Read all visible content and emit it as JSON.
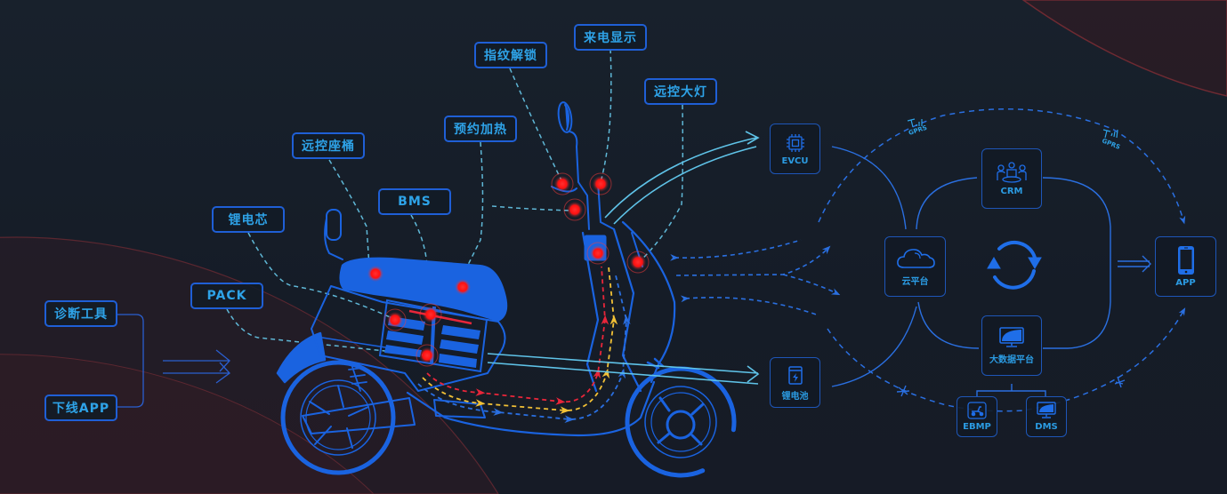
{
  "colors": {
    "background": "#161d28",
    "primary_blue": "#1a63e0",
    "label_text": "#2ea3e8",
    "dashed_cyan": "#5fb7d6",
    "sensor_red": "#ff1a1a",
    "flow_yellow": "#f2c136",
    "flow_red": "#e8263a",
    "accent_red_arc": "#6e2a32"
  },
  "labels": {
    "diagnostic_tool": "诊断工具",
    "offline_app": "下线APP",
    "pack": "PACK",
    "lithium_cell": "锂电芯",
    "bms": "BMS",
    "remote_seat": "远控座桶",
    "preheat": "预约加热",
    "fingerprint": "指纹解锁",
    "call_display": "来电显示",
    "remote_light": "远控大灯"
  },
  "nodes": {
    "evcu": "EVCU",
    "battery": "锂电池",
    "cloud": "云平台",
    "crm": "CRM",
    "bigdata": "大数据平台",
    "ebmp": "EBMP",
    "dms": "DMS",
    "app": "APP"
  },
  "signals": {
    "gprs_left": "GPRS",
    "gprs_right": "GPRS"
  },
  "icons": {
    "evcu": "chip-icon",
    "battery": "battery-bolt-icon",
    "cloud": "cloud-icon",
    "crm": "team-meeting-icon",
    "bigdata": "monitor-icon",
    "ebmp": "scooter-icon",
    "dms": "monitor-icon",
    "app": "smartphone-icon",
    "sync": "sync-cycle-icon",
    "signal": "antenna-signal-icon",
    "satellite": "satellite-icon"
  }
}
